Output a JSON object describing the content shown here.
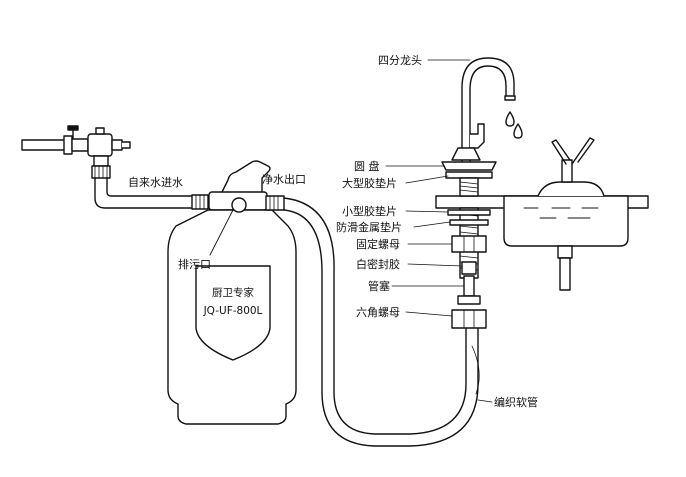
{
  "colors": {
    "stroke": "#111111",
    "background": "#ffffff"
  },
  "tank": {
    "brand": "厨卫专家",
    "model": "JQ-UF-800L"
  },
  "labels": {
    "faucet_type": "四分龙头",
    "tap_water_inlet": "自来水进水",
    "clean_water_outlet": "净水出口",
    "drain_outlet": "排污口",
    "round_plate": "圆 盘",
    "large_rubber_gasket": "大型胶垫片",
    "small_rubber_gasket": "小型胶垫片",
    "anti_slip_metal_gasket": "防滑金属垫片",
    "fixing_nut": "固定螺母",
    "white_sealant": "白密封胶",
    "pipe_plug": "管塞",
    "hex_nut": "六角螺母",
    "braided_hose": "编织软管"
  }
}
